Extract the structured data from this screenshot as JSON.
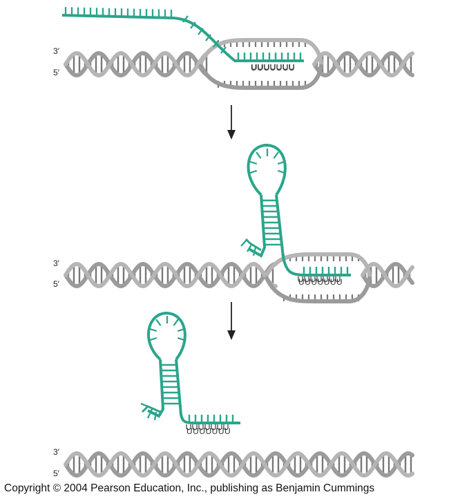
{
  "strand_labels": {
    "three_prime": "3′",
    "five_prime": "5′"
  },
  "uracil_run": "UUUUUUU",
  "copyright": "Copyright © 2004 Pearson Education, Inc., publishing as Benjamin Cummings",
  "colors": {
    "rna": "#2aa58a",
    "rna_light": "#7fcdb8",
    "dna": "#9b9b9b",
    "dna_dark": "#777777",
    "arrow": "#222222"
  }
}
